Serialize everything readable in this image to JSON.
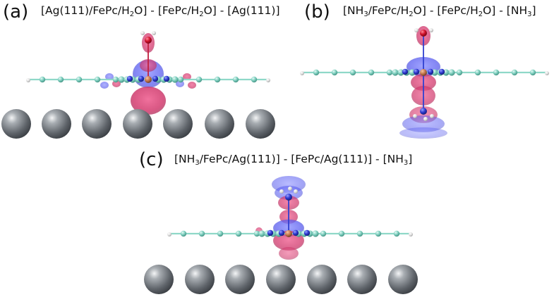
{
  "panels": [
    {
      "label": "(a)",
      "title_parts": [
        {
          "t": "[Ag(111)/FePc/H"
        },
        {
          "sub": "2"
        },
        {
          "t": "O] - [FePc/H"
        },
        {
          "sub": "2"
        },
        {
          "t": "O] - [Ag(111)]"
        }
      ]
    },
    {
      "label": "(b)",
      "title_parts": [
        {
          "t": "[NH"
        },
        {
          "sub": "3"
        },
        {
          "t": "/FePc/H"
        },
        {
          "sub": "2"
        },
        {
          "t": "O] - [FePc/H"
        },
        {
          "sub": "2"
        },
        {
          "t": "O] - [NH"
        },
        {
          "sub": "3"
        },
        {
          "t": "]"
        }
      ]
    },
    {
      "label": "(c)",
      "title_parts": [
        {
          "t": "[NH"
        },
        {
          "sub": "3"
        },
        {
          "t": "/FePc/Ag(111)] - [FePc/Ag(111)] - [NH"
        },
        {
          "sub": "3"
        },
        {
          "t": "]"
        }
      ]
    }
  ],
  "colors": {
    "ag_atom": "#5f646a",
    "carbon_atom": "#7fcfbf",
    "nitrogen_atom": "#2d3ad0",
    "hydrogen_atom": "#e8e8e8",
    "oxygen_atom": "#d0102a",
    "iron_atom": "#c87a50",
    "density_gain": "#d23a6e",
    "density_loss": "#4a4ee0"
  }
}
